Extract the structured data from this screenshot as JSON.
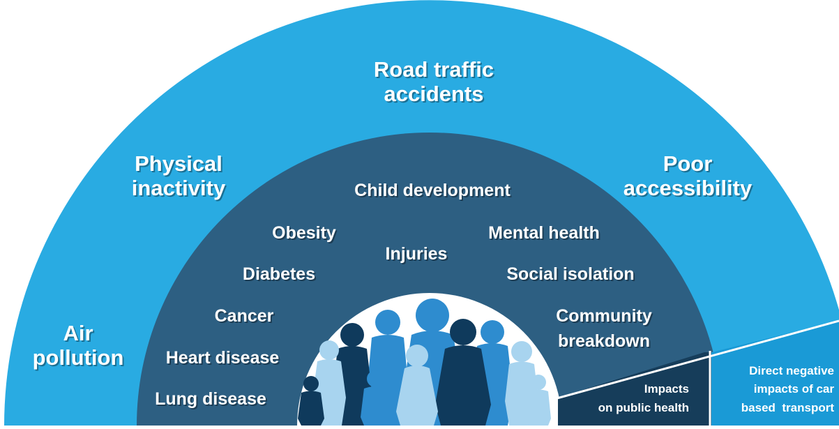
{
  "colors": {
    "outer_ring": "#29abe2",
    "inner_ring": "#2d5f82",
    "center": "#ffffff",
    "legend_dark": "#163d5a",
    "legend_light": "#1a9ad6",
    "figure_dark": "#0f3a5c",
    "figure_mid": "#2e8ccf",
    "figure_light": "#a8d4ef"
  },
  "outer_ring": {
    "labels": {
      "road_traffic": [
        "Road traffic",
        "accidents"
      ],
      "physical_inactivity": [
        "Physical",
        "inactivity"
      ],
      "poor_accessibility": [
        "Poor",
        "accessibility"
      ],
      "air_pollution": [
        "Air",
        "pollution"
      ]
    }
  },
  "inner_ring": {
    "labels": {
      "child_development": "Child development",
      "obesity": "Obesity",
      "mental_health": "Mental health",
      "injuries": "Injuries",
      "diabetes": "Diabetes",
      "social_isolation": "Social isolation",
      "cancer": "Cancer",
      "community": [
        "Community",
        "breakdown"
      ],
      "heart_disease": "Heart disease",
      "lung_disease": "Lung disease"
    }
  },
  "legend": {
    "public_health": [
      "Impacts",
      "on public health"
    ],
    "direct_negative": [
      "Direct negative",
      "impacts of car",
      "based  transport"
    ]
  },
  "people_group_icon": "people-group-icon"
}
